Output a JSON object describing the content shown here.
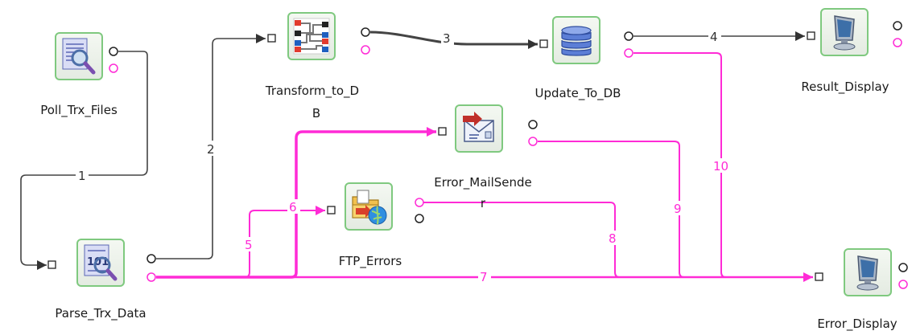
{
  "nodes": {
    "poll": "Poll_Trx_Files",
    "parse": "Parse_Trx_Data",
    "transform_l1": "Transform_to_D",
    "transform_l2": "B",
    "update": "Update_To_DB",
    "result": "Result_Display",
    "mail_l1": "Error_MailSende",
    "mail_l2": "r",
    "ftp": "FTP_Errors",
    "error": "Error_Display"
  },
  "edges": {
    "e1": "1",
    "e2": "2",
    "e3": "3",
    "e4": "4",
    "e5": "5",
    "e6": "6",
    "e7": "7",
    "e8": "8",
    "e9": "9",
    "e10": "10"
  },
  "colors": {
    "success_link": "#555555",
    "error_link": "#ff2bd6",
    "node_border": "#7fc97f"
  }
}
